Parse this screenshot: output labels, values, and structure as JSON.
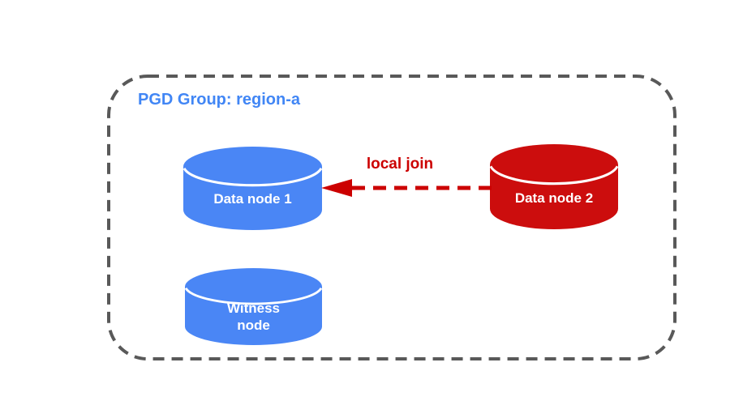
{
  "diagram": {
    "group_label": "PGD Group: region-a",
    "nodes": [
      {
        "id": "data-node-1",
        "label": "Data node 1",
        "shape": "cylinder",
        "color": "#4A86F5"
      },
      {
        "id": "data-node-2",
        "label": "Data node 2",
        "shape": "cylinder",
        "color": "#CC0D0D"
      },
      {
        "id": "witness-node",
        "label": "Witness node",
        "shape": "cylinder",
        "color": "#4A86F5"
      }
    ],
    "edge": {
      "label": "local join",
      "from": "data-node-2",
      "to": "data-node-1",
      "style": "dashed",
      "direction": "right-to-left"
    }
  },
  "colors": {
    "node_blue": "#4A86F5",
    "node_red": "#CC0D0D",
    "title_blue": "#4186F5",
    "edge_red": "#CC0000",
    "border_gray": "#595959",
    "node_text": "#FFFFFF",
    "background": "#FFFFFF"
  }
}
